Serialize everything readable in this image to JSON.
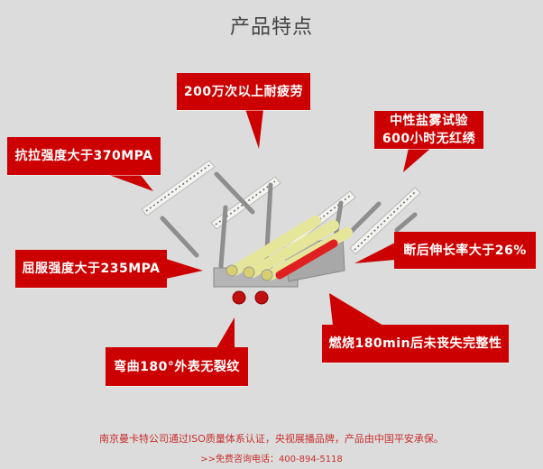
{
  "header": {
    "title": "产品特点"
  },
  "colors": {
    "callout_bg": "#cc0000",
    "callout_text": "#ffffff",
    "title": "#444444",
    "footer": "#c8302f",
    "background": "#dcdcdc"
  },
  "callouts": [
    {
      "id": "fatigue",
      "lines": [
        "200万次以上耐疲劳"
      ]
    },
    {
      "id": "salt-spray",
      "lines": [
        "中性盐雾试验",
        "600小时无红绣"
      ]
    },
    {
      "id": "tensile",
      "lines": [
        "抗拉强度大于370MPA"
      ]
    },
    {
      "id": "yield",
      "lines": [
        "屈服强度大于235MPA"
      ]
    },
    {
      "id": "elongation",
      "lines": [
        "断后伸长率大于26%"
      ]
    },
    {
      "id": "fire",
      "lines": [
        "燃烧180min后未丧失完整性"
      ]
    },
    {
      "id": "bend",
      "lines": [
        "弯曲180°外表无裂纹"
      ]
    }
  ],
  "footer": {
    "statement": "南京曼卡特公司通过ISO质量体系认证，央视展播品牌，产品由中国平安承保。",
    "hotline": ">>免费咨询电话：400-894-5118"
  }
}
